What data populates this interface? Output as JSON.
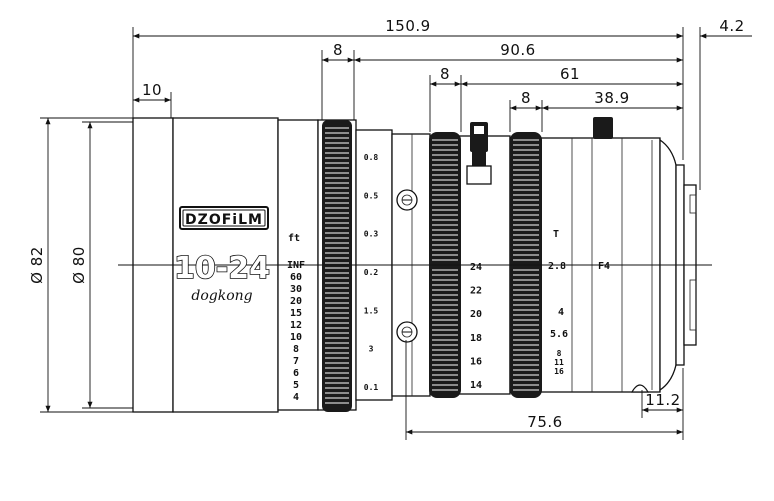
{
  "dimensions": {
    "overall_length": "150.9",
    "mount_flange": "4.2",
    "ring1_width": "8",
    "ring1_to_mount": "90.6",
    "ring2_width": "8",
    "ring2_to_mount": "61",
    "ring3_width": "8",
    "ring3_to_mount": "38.9",
    "front_step": "10",
    "bottom_span": "75.6",
    "rear_span": "11.2",
    "outer_diameter": "Ø 82",
    "inner_diameter": "Ø 80"
  },
  "branding": {
    "logo": "DZOFiLM",
    "focal": "10-24",
    "script": "dogkong"
  },
  "focus_scale": {
    "unit": "ft",
    "marks": [
      "INF",
      "60",
      "30",
      "20",
      "15",
      "12",
      "10",
      "8",
      "7",
      "6",
      "5",
      "4"
    ]
  },
  "meter_scale": {
    "marks": [
      "0.8",
      "0.5",
      "0.3",
      "0.2",
      "1.5",
      "3",
      "0.1"
    ]
  },
  "zoom_scale": {
    "marks": [
      "24",
      "22",
      "20",
      "18",
      "16",
      "14"
    ]
  },
  "iris_scale": {
    "top": "T",
    "marks": [
      "2.8",
      "F4",
      "4",
      "5.6",
      "8",
      "11",
      "16"
    ]
  },
  "colors": {
    "line": "#111111",
    "ring_fill": "#1a1a1a",
    "background": "#ffffff"
  }
}
